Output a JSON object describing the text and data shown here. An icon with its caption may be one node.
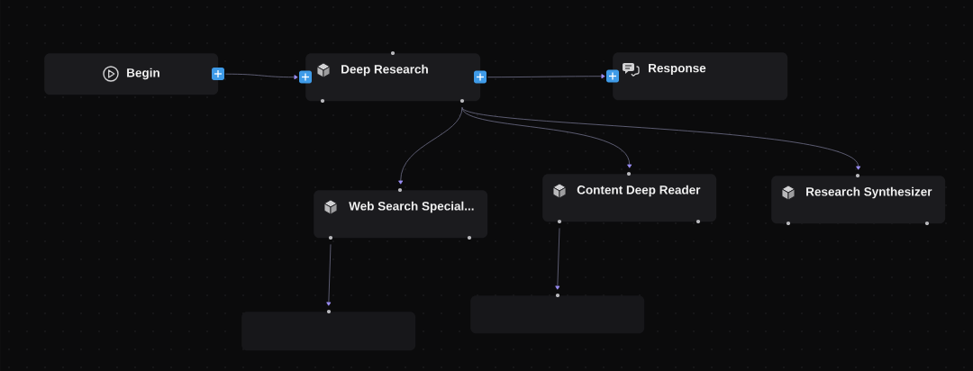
{
  "diagram": {
    "nodes": [
      {
        "text": [
          "Begin"
        ]
      },
      {
        "text": [
          "Deep Research"
        ]
      },
      {
        "text": [
          "Response"
        ]
      },
      {
        "text": [
          "Web Search Special..."
        ]
      },
      {
        "text": [
          "Content Deep Reader"
        ]
      },
      {
        "text": [
          "Research Synthesizer"
        ]
      },
      {
        "text": [],
        "shape": "box"
      },
      {
        "text": [],
        "shape": "box"
      }
    ],
    "edges": [
      {
        "from": 0,
        "to": 1,
        "arrow": "to"
      },
      {
        "from": 1,
        "to": 2,
        "arrow": "to"
      },
      {
        "from": 1,
        "to": 3,
        "arrow": "to"
      },
      {
        "from": 1,
        "to": 4,
        "arrow": "to"
      },
      {
        "from": 1,
        "to": 5,
        "arrow": "to"
      },
      {
        "from": 3,
        "to": 6,
        "arrow": "to"
      },
      {
        "from": 4,
        "to": 7,
        "arrow": "to"
      }
    ]
  }
}
